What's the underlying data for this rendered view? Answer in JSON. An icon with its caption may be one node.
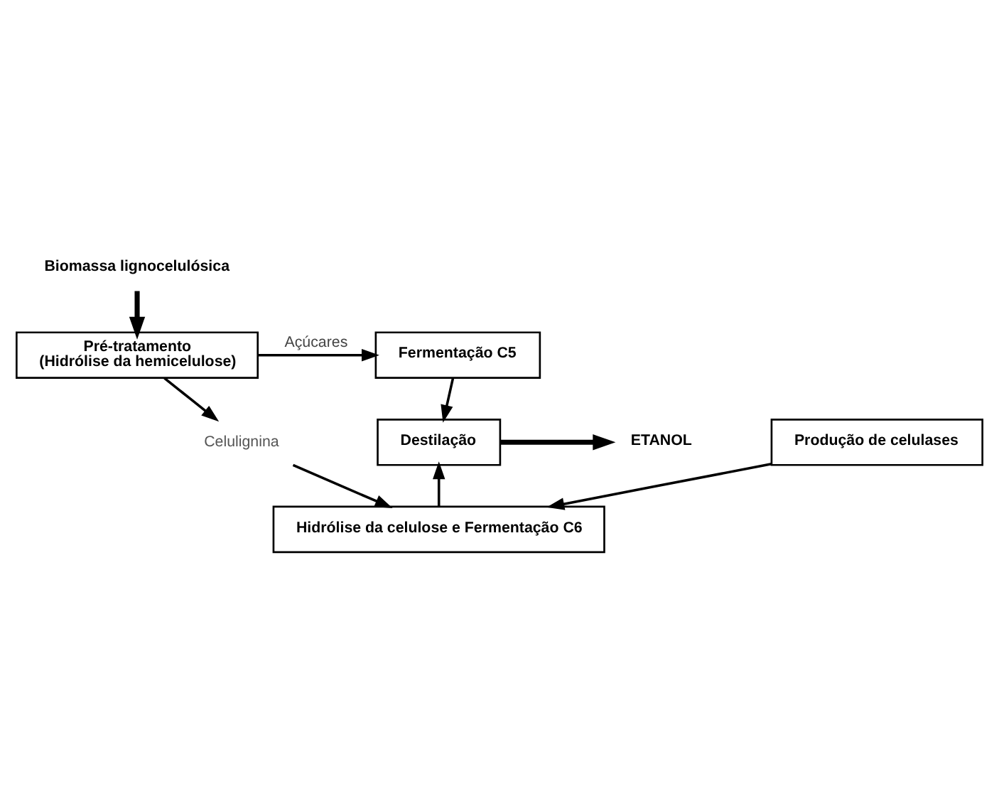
{
  "diagram": {
    "nodes": [
      {
        "text": [
          "Biomassa lignocelulósica"
        ]
      },
      {
        "text": [
          "Pré-tratamento",
          "(Hidrólise da hemicelulose)"
        ]
      },
      {
        "text": [
          "Fermentação C5"
        ]
      },
      {
        "text": [
          "Destilação"
        ]
      },
      {
        "text": [
          "ETANOL"
        ]
      },
      {
        "text": [
          "Celulignina"
        ]
      },
      {
        "text": [
          "Hidrólise da celulose e Fermentação C6"
        ]
      },
      {
        "text": [
          "Produção de celulases"
        ]
      }
    ],
    "edges": [
      {
        "from": 0,
        "to": 1,
        "arrow": "to",
        "style": "thick"
      },
      {
        "from": 1,
        "to": 2,
        "arrow": "to",
        "label": "Açúcares"
      },
      {
        "from": 2,
        "to": 3,
        "arrow": "to"
      },
      {
        "from": 3,
        "to": 4,
        "arrow": "to",
        "style": "thick"
      },
      {
        "from": 1,
        "to": 5,
        "arrow": "to"
      },
      {
        "from": 5,
        "to": 6,
        "arrow": "to"
      },
      {
        "from": 7,
        "to": 6,
        "arrow": "to"
      },
      {
        "from": 6,
        "to": 3,
        "arrow": "to"
      }
    ]
  }
}
